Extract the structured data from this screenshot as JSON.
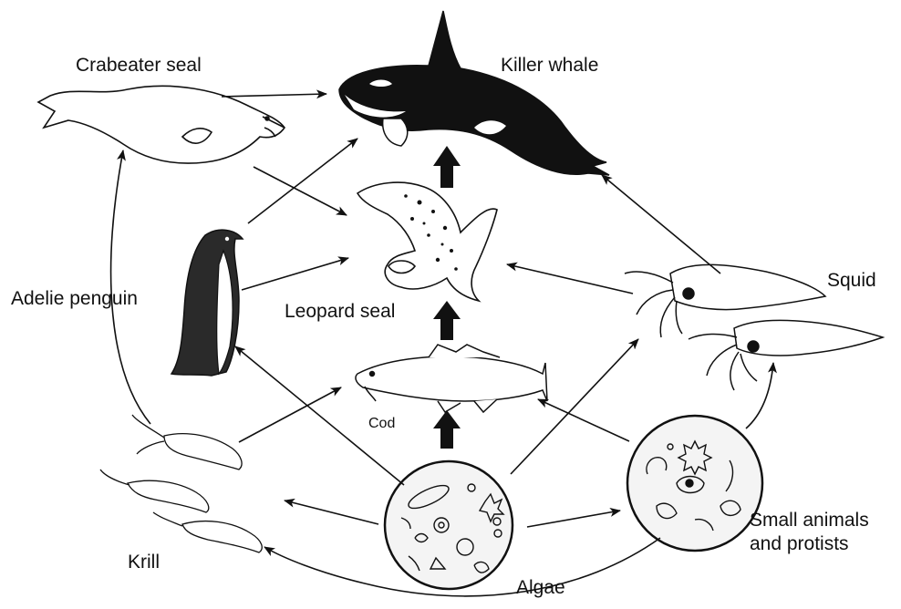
{
  "organisms": {
    "killer_whale": "Killer whale",
    "crabeater_seal": "Crabeater seal",
    "leopard_seal": "Leopard seal",
    "adelie_penguin": "Adelie penguin",
    "squid": "Squid",
    "cod": "Cod",
    "krill": "Krill",
    "algae": "Algae",
    "small_animals_line1": "Small animals",
    "small_animals_line2": "and protists"
  },
  "colors": {
    "ink": "#111111",
    "background": "#ffffff",
    "penguin_body": "#2a2a2a",
    "plankton_fill": "#f4f4f4"
  },
  "icons": [
    "killer-whale-icon",
    "crabeater-seal-icon",
    "leopard-seal-icon",
    "adelie-penguin-icon",
    "squid-icon",
    "cod-icon",
    "krill-icon",
    "algae-icon",
    "small-animals-protists-icon"
  ]
}
